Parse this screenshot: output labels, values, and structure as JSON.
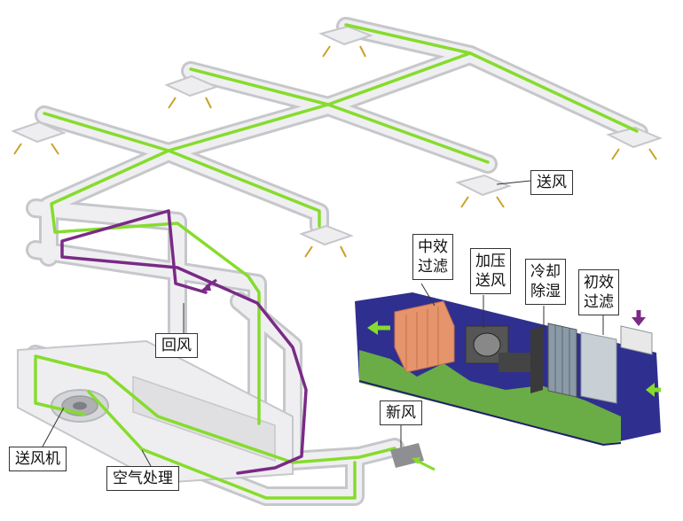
{
  "labels": {
    "supply_air": "送风",
    "return_air": "回风",
    "supply_fan": "送风机",
    "air_handling": "空气处理",
    "fresh_air": "新风"
  },
  "unit_labels": {
    "medium_filter": [
      "中效",
      "过滤"
    ],
    "pressurized_supply": [
      "加压",
      "送风"
    ],
    "cooling_dehumidify": [
      "冷却",
      "除湿"
    ],
    "primary_filter": [
      "初效",
      "过滤"
    ]
  },
  "colors": {
    "duct_fill": "#efeff1",
    "duct_edge": "#c6c7cb",
    "supply_line": "#86dc2c",
    "return_line": "#7a2a86",
    "unit_body": "#2f2f8f",
    "unit_base": "#74c23a",
    "filter_block": "#e5946c",
    "arrow_gold": "#c9a227"
  }
}
